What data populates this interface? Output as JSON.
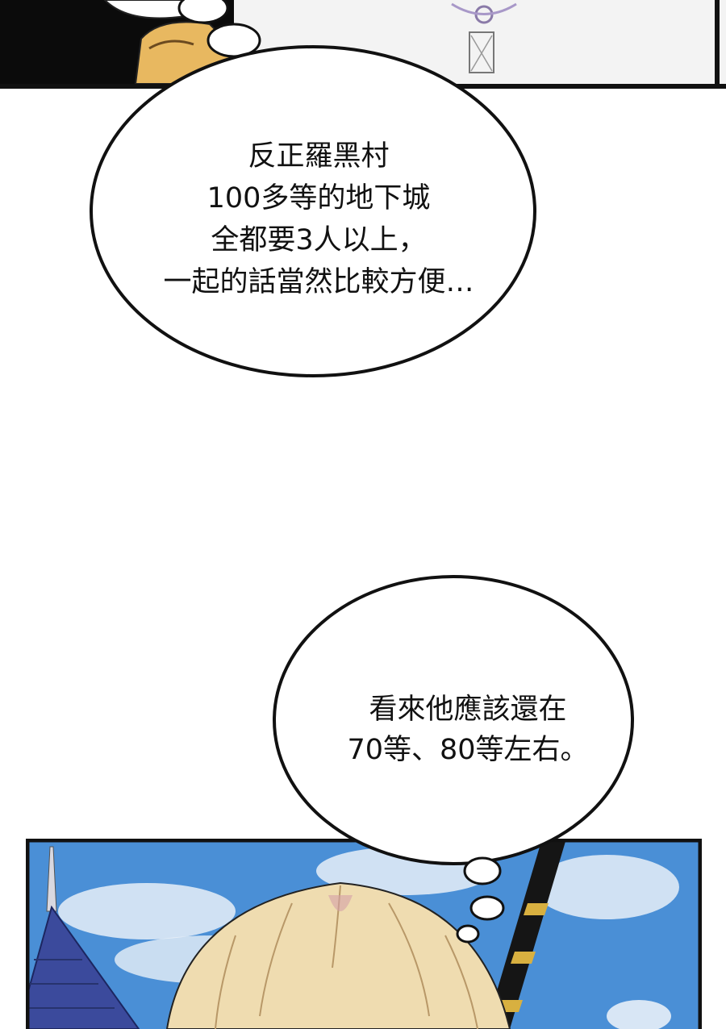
{
  "bubble1": {
    "lines": [
      "反正羅黑村",
      "100多等的地下城",
      "全都要3人以上，",
      "一起的話當然比較方便…"
    ]
  },
  "bubble2": {
    "lines": [
      "看來他應該還在",
      "70等、80等左右。"
    ]
  },
  "colors": {
    "panel_border": "#111111",
    "sky": "#4a8fd6",
    "cloud": "#e8f0f8",
    "hair": "#efdcb0",
    "tower": "#3b4a9c",
    "dark_panel": "#0b0b0b",
    "cape": "#e8b860"
  }
}
